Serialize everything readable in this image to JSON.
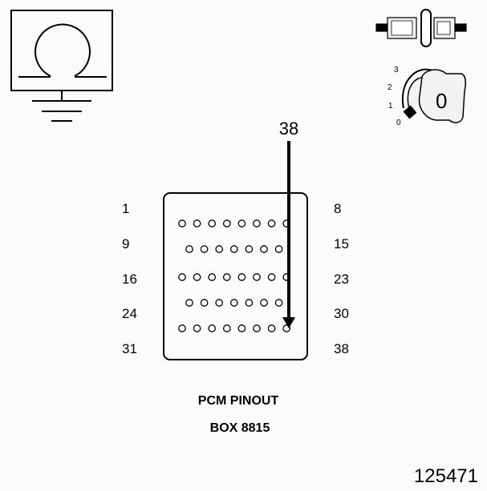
{
  "meter_icon": {
    "symbol": "ohm-icon"
  },
  "connector_icon": {
    "symbol": "disconnected-connector-icon"
  },
  "ignition_icon": {
    "positions": [
      "3",
      "2",
      "1",
      "0"
    ],
    "key_label": "0"
  },
  "pointer": {
    "pin_label": "38"
  },
  "connector": {
    "rows": [
      {
        "left": "1",
        "right": "8",
        "pins": 8
      },
      {
        "left": "9",
        "right": "15",
        "pins": 7
      },
      {
        "left": "16",
        "right": "23",
        "pins": 8
      },
      {
        "left": "24",
        "right": "30",
        "pins": 7
      },
      {
        "left": "31",
        "right": "38",
        "pins": 8
      }
    ],
    "highlighted_pin": "38"
  },
  "caption": {
    "line1": "PCM PINOUT",
    "line2": "BOX 8815"
  },
  "figure_number": "125471",
  "colors": {
    "line": "#000000",
    "background": "#fdfafa",
    "icon_gray": "#f2f2f2"
  }
}
